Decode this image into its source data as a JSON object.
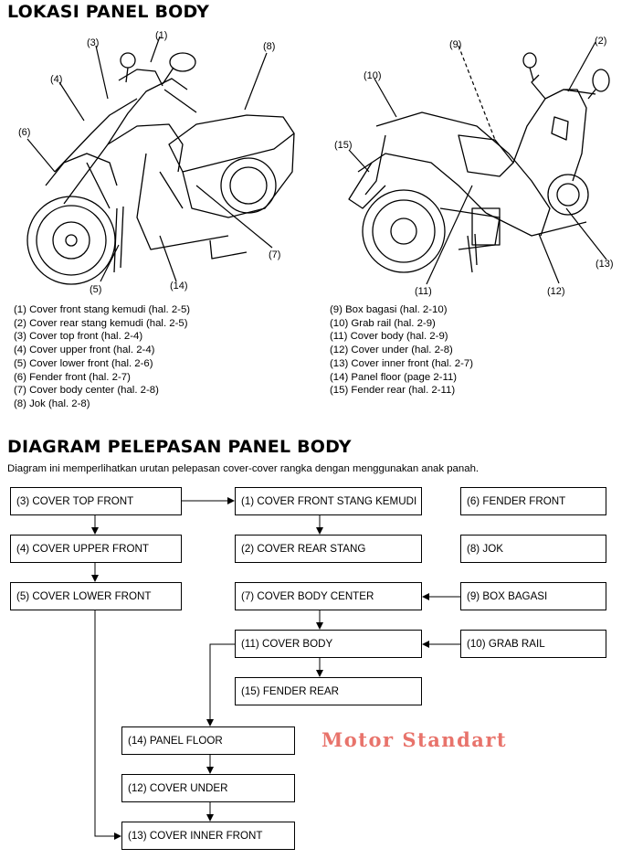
{
  "section1": {
    "title": "LOKASI PANEL BODY",
    "fig_left_callouts": [
      "(1)",
      "(3)",
      "(4)",
      "(6)",
      "(8)",
      "(5)",
      "(14)",
      "(7)"
    ],
    "fig_right_callouts": [
      "(9)",
      "(2)",
      "(10)",
      "(15)",
      "(11)",
      "(12)",
      "(13)"
    ],
    "legend_left": [
      "(1) Cover front stang kemudi (hal. 2-5)",
      "(2) Cover rear stang kemudi (hal. 2-5)",
      "(3) Cover top front (hal. 2-4)",
      "(4) Cover upper front (hal. 2-4)",
      "(5) Cover lower front (hal. 2-6)",
      "(6) Fender front (hal. 2-7)",
      "(7) Cover body center (hal. 2-8)",
      "(8) Jok (hal. 2-8)"
    ],
    "legend_right": [
      "(9) Box bagasi (hal. 2-10)",
      "(10) Grab rail (hal. 2-9)",
      "(11) Cover body (hal. 2-9)",
      "(12) Cover under (hal. 2-8)",
      "(13) Cover inner front (hal. 2-7)",
      "(14) Panel floor (page 2-11)",
      "(15) Fender rear (hal. 2-11)"
    ]
  },
  "section2": {
    "title": "DIAGRAM PELEPASAN PANEL BODY",
    "description": "Diagram ini memperlihatkan urutan pelepasan cover-cover rangka dengan menggunakan anak panah.",
    "boxes": {
      "b3": "(3) COVER TOP FRONT",
      "b4": "(4) COVER UPPER FRONT",
      "b5": "(5) COVER LOWER FRONT",
      "b1": "(1) COVER FRONT STANG KEMUDI",
      "b2": "(2) COVER REAR STANG",
      "b7": "(7) COVER BODY CENTER",
      "b11": "(11) COVER BODY",
      "b15": "(15) FENDER REAR",
      "b6": "(6) FENDER FRONT",
      "b8": "(8) JOK",
      "b9": "(9) BOX BAGASI",
      "b10": "(10) GRAB RAIL",
      "b14": "(14) PANEL FLOOR",
      "b12": "(12) COVER UNDER",
      "b13": "(13) COVER INNER FRONT"
    }
  },
  "watermark": "Motor Standart",
  "colors": {
    "watermark": "#e8736b"
  }
}
